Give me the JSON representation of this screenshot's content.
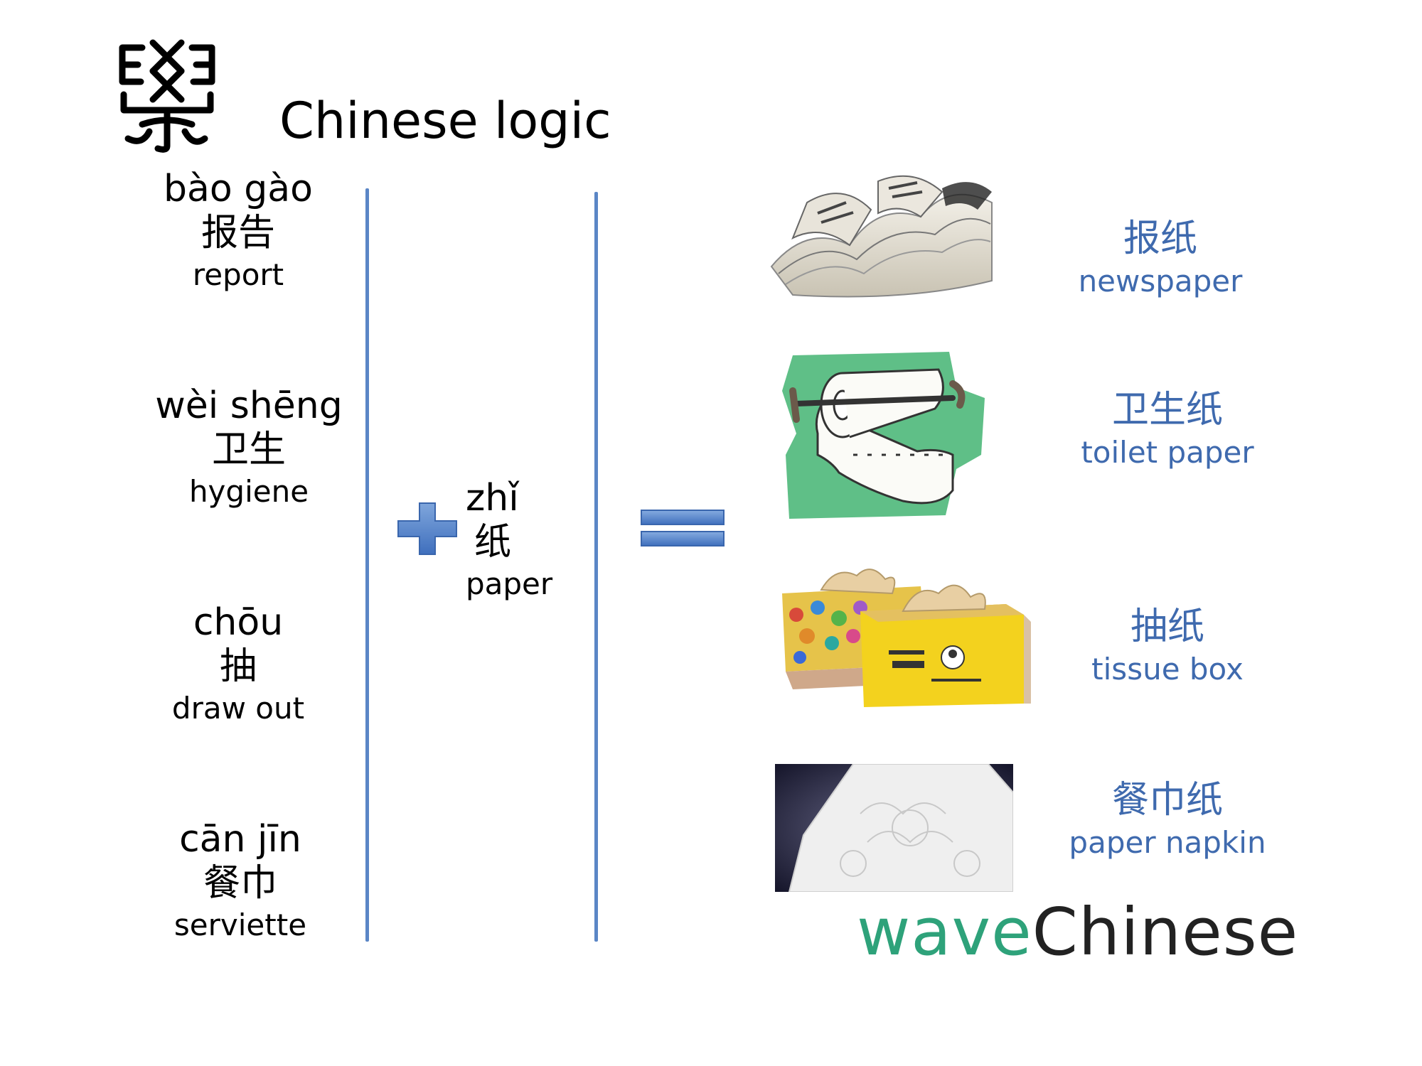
{
  "header": {
    "seal_glyph": "學",
    "title": "Chinese logic"
  },
  "left_terms": [
    {
      "pinyin": "bào gào",
      "hanzi": "报告",
      "english": "report"
    },
    {
      "pinyin": "wèi shēng",
      "hanzi": "卫生",
      "english": "hygiene"
    },
    {
      "pinyin": "chōu",
      "hanzi": "抽",
      "english": "draw out"
    },
    {
      "pinyin": "cān jīn",
      "hanzi": "餐巾",
      "english": "serviette"
    }
  ],
  "center_term": {
    "pinyin": "zhǐ",
    "hanzi": "纸",
    "english": "paper"
  },
  "results": [
    {
      "hanzi": "报纸",
      "english": "newspaper",
      "image_icon": "newspaper-image"
    },
    {
      "hanzi": "卫生纸",
      "english": "toilet paper",
      "image_icon": "toilet-paper-image"
    },
    {
      "hanzi": "抽纸",
      "english": "tissue box",
      "image_icon": "tissue-box-image"
    },
    {
      "hanzi": "餐巾纸",
      "english": "paper napkin",
      "image_icon": "paper-napkin-image"
    }
  ],
  "brand": {
    "part1": "wave",
    "part2": "Chinese"
  },
  "colors": {
    "accent_blue": "#3f6aae",
    "line_blue": "#5b86c6",
    "brand_green": "#2ea27a",
    "toilet_bg_green": "#5fbf87",
    "tissue_yellow": "#f3d21e"
  }
}
